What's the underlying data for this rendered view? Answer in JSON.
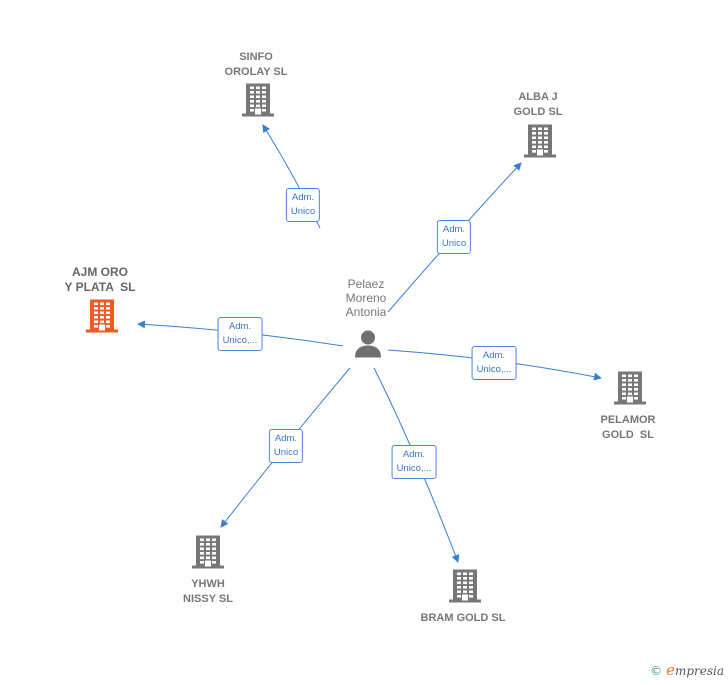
{
  "center": {
    "name": "Pelaez\nMoreno\nAntonia",
    "icon": "person-icon"
  },
  "nodes": [
    {
      "id": "sinfo",
      "label": "SINFO\nOROLAY SL",
      "relation": [
        "Adm.",
        "Unico"
      ],
      "highlight": false
    },
    {
      "id": "alba",
      "label": "ALBA J\nGOLD SL",
      "relation": [
        "Adm.",
        "Unico"
      ],
      "highlight": false
    },
    {
      "id": "ajm",
      "label": "AJM ORO\nY PLATA  SL",
      "relation": [
        "Adm.",
        "Unico,..."
      ],
      "highlight": true
    },
    {
      "id": "pelamor",
      "label": "PELAMOR\nGOLD  SL",
      "relation": [
        "Adm.",
        "Unico,..."
      ],
      "highlight": false
    },
    {
      "id": "yhwh",
      "label": "YHWH\nNISSY SL",
      "relation": [
        "Adm.",
        "Unico"
      ],
      "highlight": false
    },
    {
      "id": "bram",
      "label": "BRAM GOLD SL",
      "relation": [
        "Adm.",
        "Unico,..."
      ],
      "highlight": false
    }
  ],
  "colors": {
    "edge": "#3a7fd5",
    "building": "#777777",
    "building_highlight": "#f15a24"
  },
  "footer": {
    "copyright": "©",
    "brand_first": "e",
    "brand_rest": "mpresia"
  }
}
